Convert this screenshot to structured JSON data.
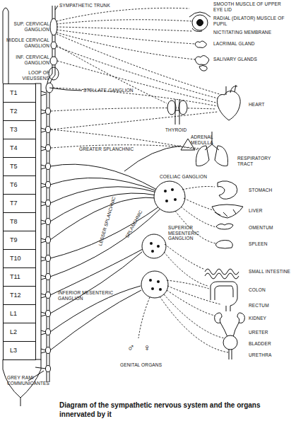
{
  "diagram": {
    "caption": "Diagram of the sympathetic nervous system and the organs innervated by it",
    "nodes": [
      {
        "text": [
          "T1"
        ]
      },
      {
        "text": [
          "T2"
        ]
      },
      {
        "text": [
          "T3"
        ]
      },
      {
        "text": [
          "T4"
        ]
      },
      {
        "text": [
          "T5"
        ]
      },
      {
        "text": [
          "T6"
        ]
      },
      {
        "text": [
          "T7"
        ]
      },
      {
        "text": [
          "T8"
        ]
      },
      {
        "text": [
          "T9"
        ]
      },
      {
        "text": [
          "T10"
        ]
      },
      {
        "text": [
          "T11"
        ]
      },
      {
        "text": [
          "T12"
        ]
      },
      {
        "text": [
          "L1"
        ]
      },
      {
        "text": [
          "L2"
        ]
      },
      {
        "text": [
          "L3"
        ]
      }
    ],
    "labels": [
      "SYMPATHETIC TRUNK",
      "SUP. CERVICAL GANGLION",
      "MIDDLE CERVICAL GANGLION",
      "INF. CERVICAL GANGLION",
      "LOOP OF VIEUSSENS",
      "STELLATE GANGLION",
      "GREATER SPLANCHNIC",
      "LESSER SPLANCHNIC",
      "SPLANCHNIC",
      "COELIAC GANGLION",
      "SUPERIOR MESENTERIC GANGLION",
      "INFERIOR MESENTERIC GANGLION",
      "GREY RAMI COMMUNICANTES",
      "GENITAL ORGANS",
      "♂",
      "♀",
      "SMOOTH MUSCLE OF UPPER EYE LID",
      "RADIAL (DILATOR) MUSCLE OF PUPIL",
      "NICTITATING MEMBRANE",
      "LACRIMAL GLAND",
      "SALIVARY GLANDS",
      "THYROID",
      "HEART",
      "RESPIRATORY TRACT",
      "ADRENAL MEDULLA",
      "STOMACH",
      "LIVER",
      "OMENTUM",
      "SPLEEN",
      "SMALL INTESTINE",
      "COLON",
      "RECTUM",
      "KIDNEY",
      "URETER",
      "BLADDER",
      "URETHRA"
    ]
  }
}
